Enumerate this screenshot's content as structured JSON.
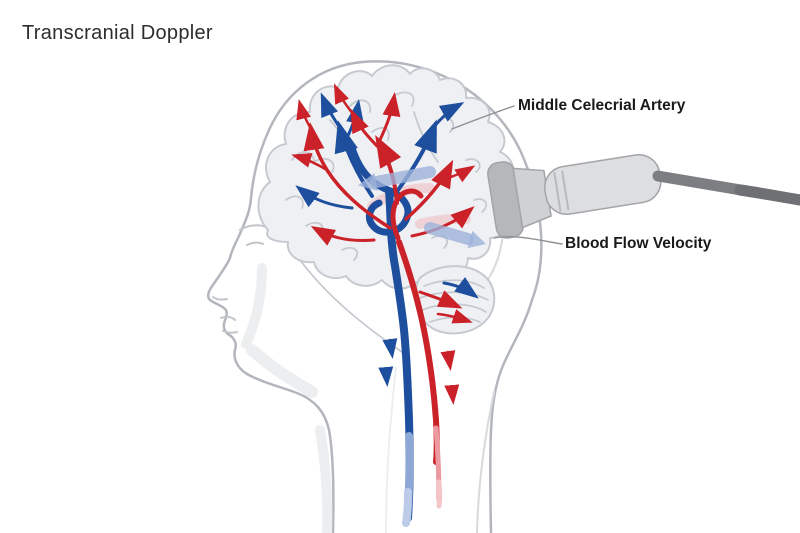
{
  "title": "Transcranial Doppler",
  "labels": {
    "artery": "Middle Celecrial Artery",
    "velocity": "Blood Flow Velocity"
  },
  "colors": {
    "background": "#ffffff",
    "text_dark": "#2d2d2d",
    "label_text": "#1a1a1a",
    "outline_gray": "#b3b7bd",
    "inner_gray": "#d8dadd",
    "brain_fill": "#eef0f3",
    "brain_line": "#c6cad0",
    "shade_gray": "#eceef0",
    "feature_gray": "#c2c5c9",
    "artery_red": "#cb2128",
    "artery_light": "#ec9aa0",
    "artery_pale": "#f4c6ca",
    "vein_blue": "#1d4f9e",
    "vein_light": "#8ea8d6",
    "vein_pale": "#bccbe8",
    "flow_arrow_blue": "#9db1da",
    "flow_pink": "#f0b9bd",
    "probe_body": "#dcdee0",
    "probe_neck": "#cfd1d3",
    "probe_tip": "#b5b7ba",
    "probe_seam": "#b8babd",
    "probe_stroke": "#a2a4a8",
    "cable_gray": "#7c7e82",
    "cable_dark": "#6e7074",
    "leader_gray": "#8f9296"
  }
}
